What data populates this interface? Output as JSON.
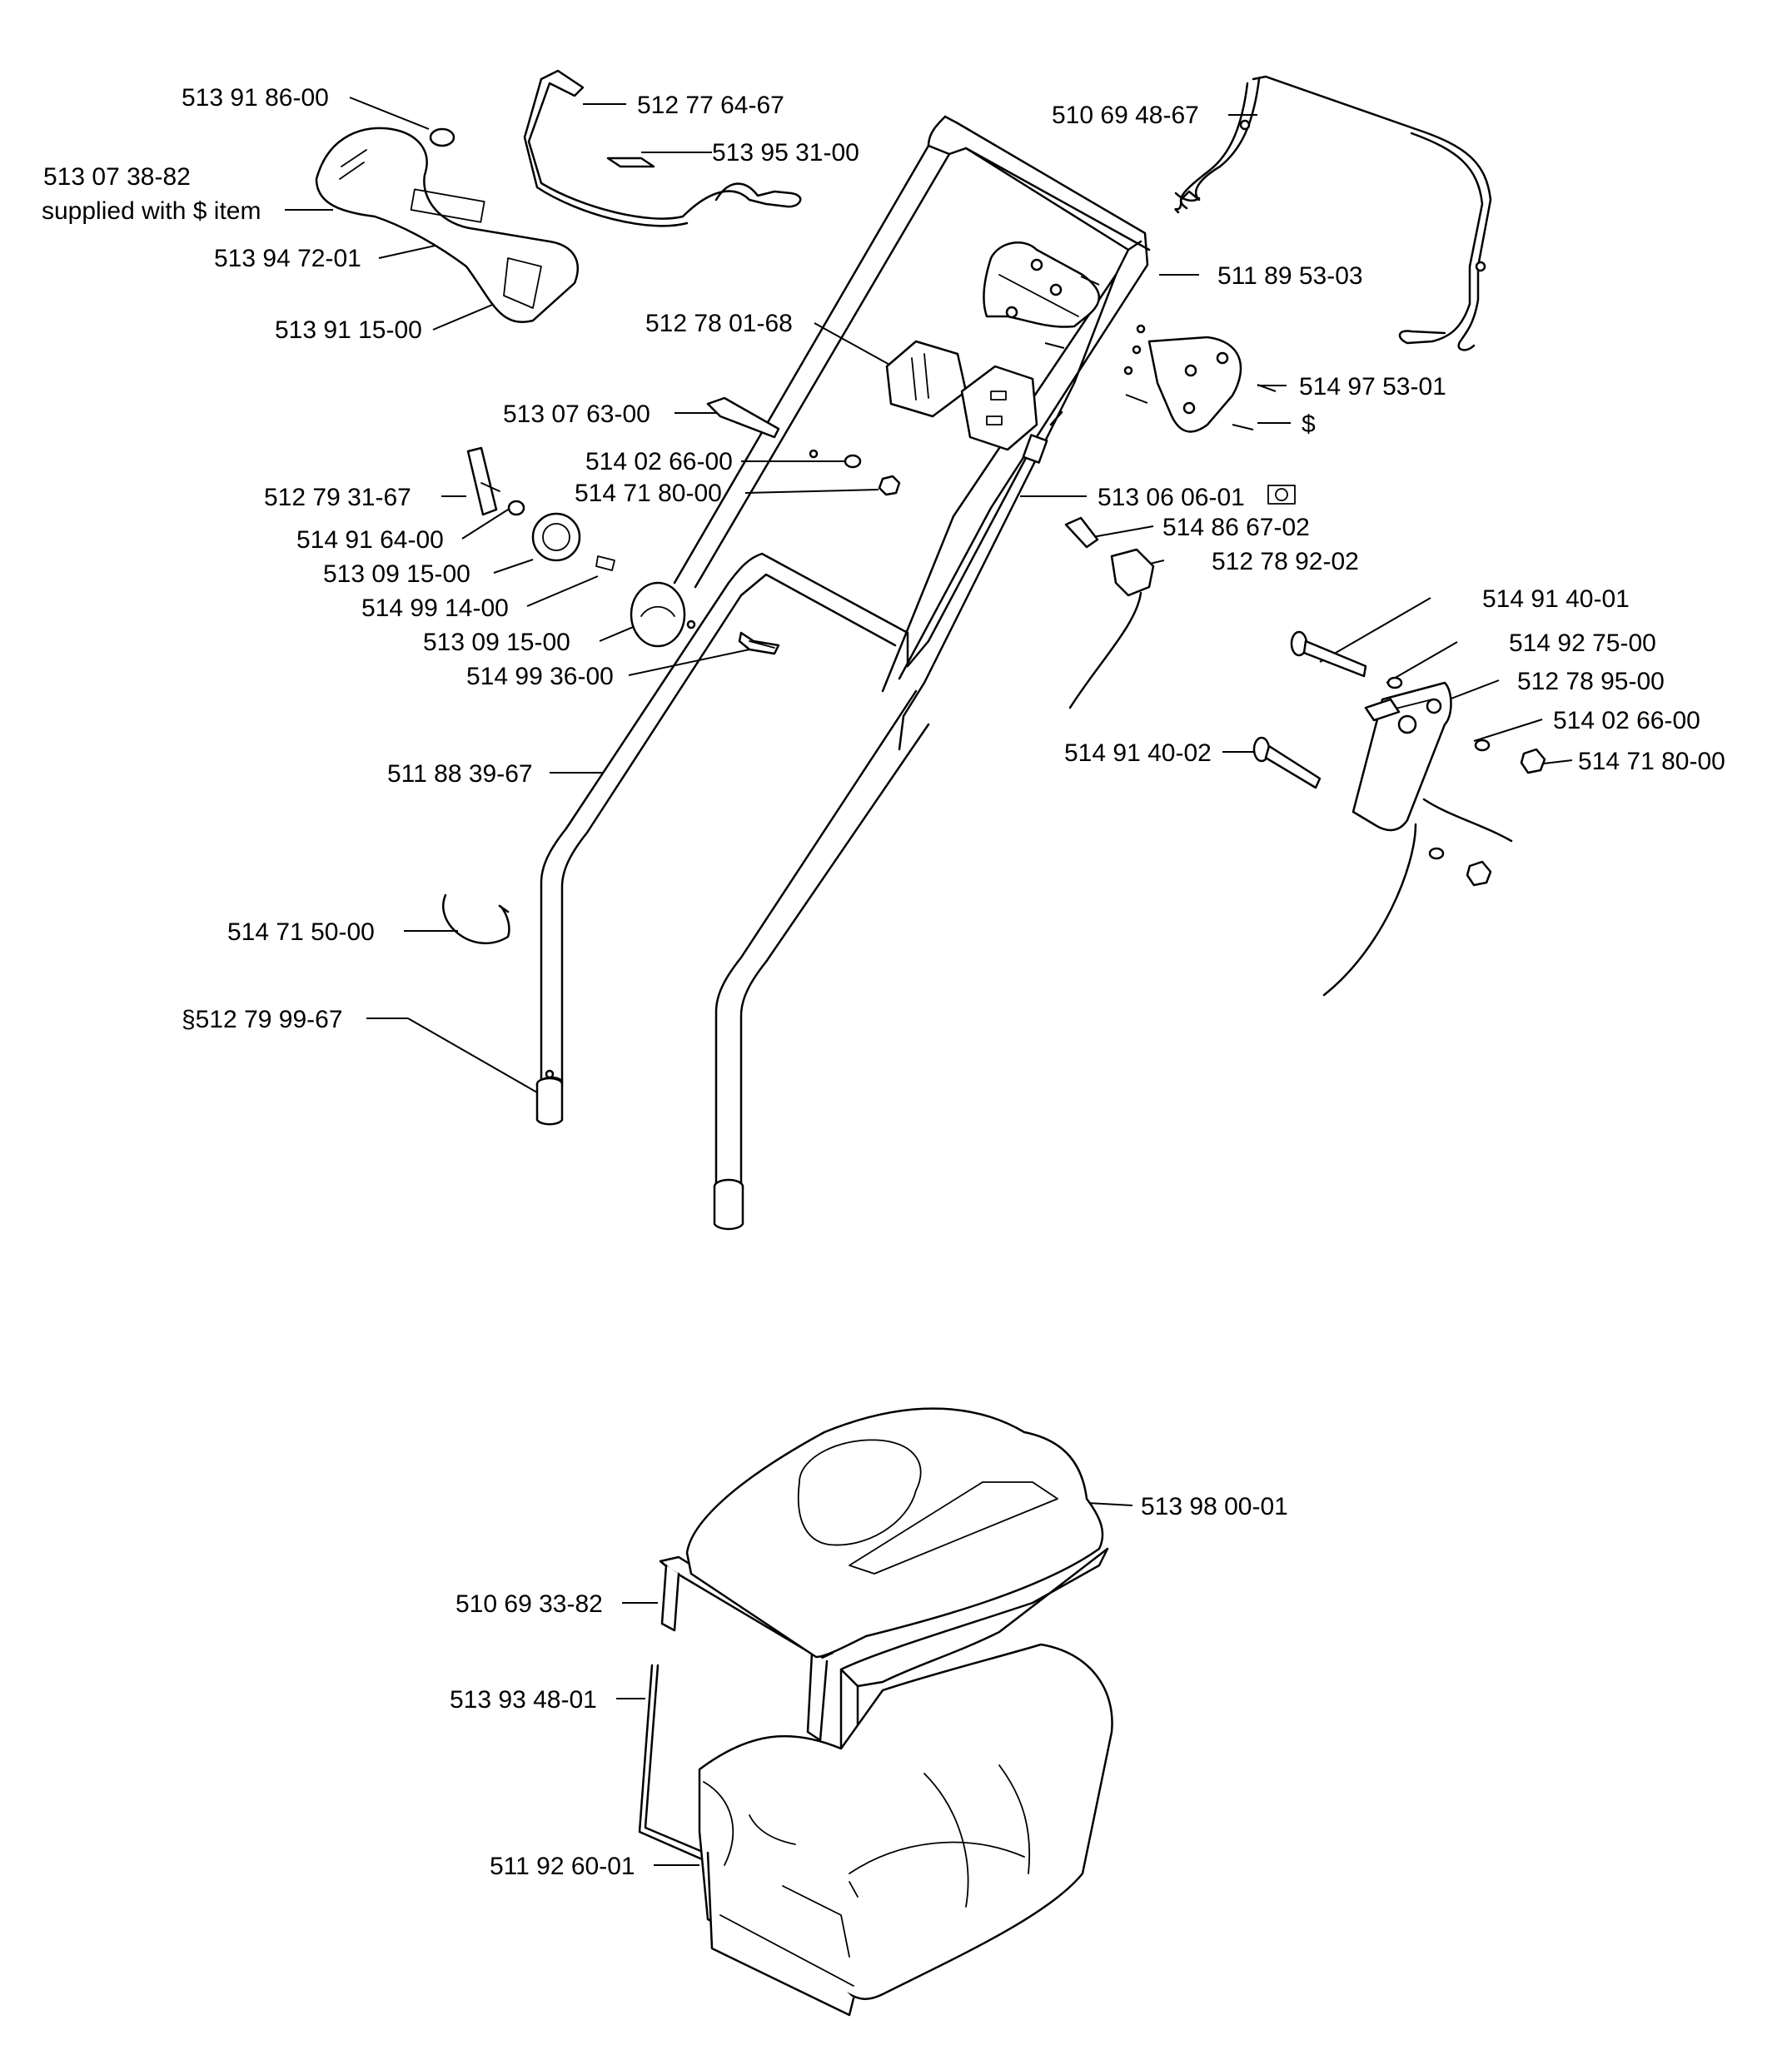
{
  "parts": [
    {
      "id": "p01",
      "text": "513 91 86-00"
    },
    {
      "id": "p02",
      "text": "513 07 38-82"
    },
    {
      "id": "p03",
      "text": "supplied with $ item"
    },
    {
      "id": "p04",
      "text": "513 94 72-01"
    },
    {
      "id": "p05",
      "text": "513 91 15-00"
    },
    {
      "id": "p06",
      "text": "512 77 64-67"
    },
    {
      "id": "p07",
      "text": "513 95 31-00"
    },
    {
      "id": "p08",
      "text": "510 69 48-67"
    },
    {
      "id": "p09",
      "text": "511 89 53-03"
    },
    {
      "id": "p10",
      "text": "512 78 01-68"
    },
    {
      "id": "p11",
      "text": "514 97 53-01"
    },
    {
      "id": "p12",
      "text": "$"
    },
    {
      "id": "p13",
      "text": "513 07 63-00"
    },
    {
      "id": "p14",
      "text": "514 02 66-00"
    },
    {
      "id": "p15",
      "text": "514 71 80-00"
    },
    {
      "id": "p16",
      "text": "512 79 31-67"
    },
    {
      "id": "p17",
      "text": "514 91 64-00"
    },
    {
      "id": "p18",
      "text": "513 09 15-00"
    },
    {
      "id": "p19",
      "text": "514 99 14-00"
    },
    {
      "id": "p20",
      "text": "513 09 15-00"
    },
    {
      "id": "p21",
      "text": "514 99 36-00"
    },
    {
      "id": "p22",
      "text": "513 06 06-01"
    },
    {
      "id": "p23",
      "text": "514 86 67-02"
    },
    {
      "id": "p24",
      "text": "512 78 92-02"
    },
    {
      "id": "p25",
      "text": "514 91 40-01"
    },
    {
      "id": "p26",
      "text": "514 92 75-00"
    },
    {
      "id": "p27",
      "text": "512 78 95-00"
    },
    {
      "id": "p28",
      "text": "514 02 66-00"
    },
    {
      "id": "p29",
      "text": "514 91 40-02"
    },
    {
      "id": "p30",
      "text": "514 71 80-00"
    },
    {
      "id": "p31",
      "text": "511 88 39-67"
    },
    {
      "id": "p32",
      "text": "514 71 50-00"
    },
    {
      "id": "p33",
      "text": "§512 79 99-67"
    },
    {
      "id": "p34",
      "text": "513 98 00-01"
    },
    {
      "id": "p35",
      "text": "510 69 33-82"
    },
    {
      "id": "p36",
      "text": "513 93 48-01"
    },
    {
      "id": "p37",
      "text": "511 92 60-01"
    }
  ]
}
